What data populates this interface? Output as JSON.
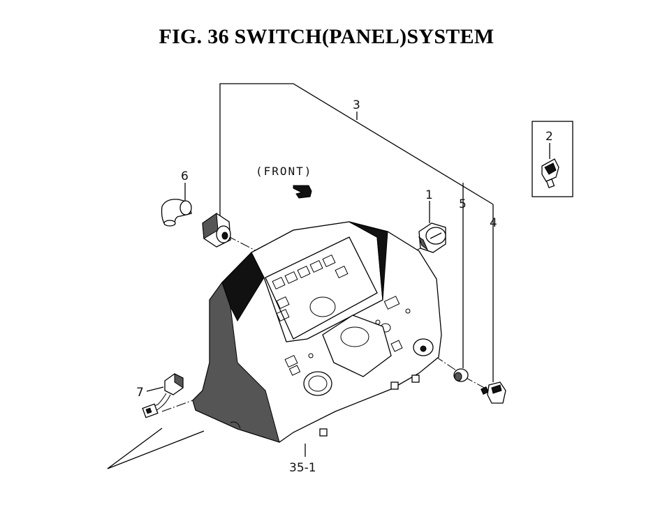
{
  "title": "FIG. 36  SWITCH(PANEL)SYSTEM",
  "front_label": "(FRONT)",
  "callouts": {
    "c1": "1",
    "c2": "2",
    "c3": "3",
    "c4": "4",
    "c5": "5",
    "c6": "6",
    "c7": "7",
    "c35_1": "35-1"
  }
}
